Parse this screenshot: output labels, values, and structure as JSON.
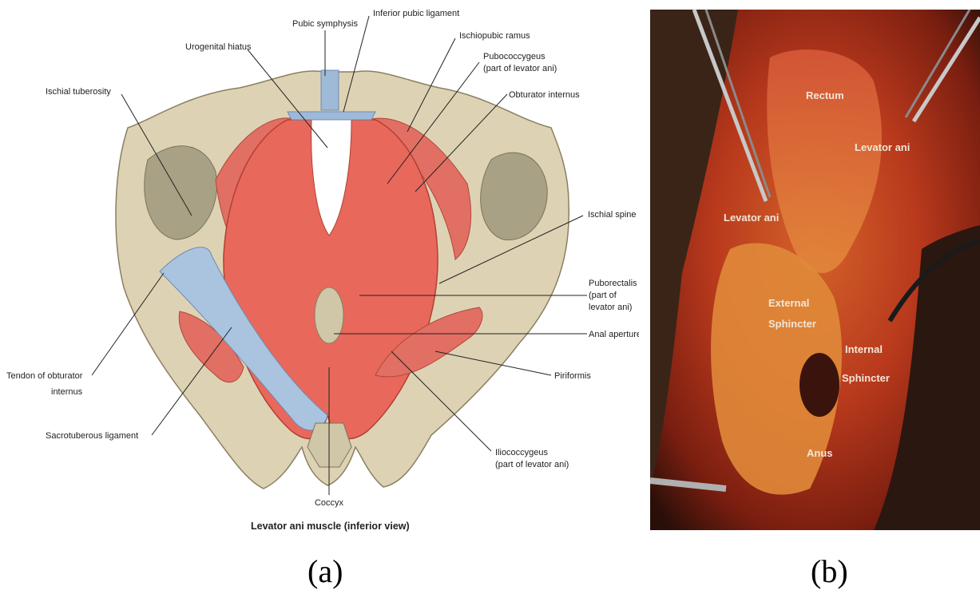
{
  "panel_a": {
    "title": "Levator ani muscle (inferior view)",
    "caption": "(a)",
    "labels": {
      "pubic_symphysis": "Pubic symphysis",
      "inferior_pubic_ligament": "Inferior pubic ligament",
      "urogenital_hiatus": "Urogenital hiatus",
      "ischiopubic_ramus": "Ischiopubic ramus",
      "pubococcygeus_1": "Pubococcygeus",
      "pubococcygeus_2": "(part of levator ani)",
      "ischial_tuberosity": "Ischial tuberosity",
      "obturator_internus": "Obturator internus",
      "ischial_spine": "Ischial spine",
      "puborectalis_1": "Puborectalis",
      "puborectalis_2": "(part of",
      "puborectalis_3": "levator ani)",
      "anal_aperture": "Anal aperture",
      "piriformis": "Piriformis",
      "tendon_1": "Tendon of obturator",
      "tendon_2": "internus",
      "sacrotuberous": "Sacrotuberous ligament",
      "iliococcygeus_1": "Iliococcygeus",
      "iliococcygeus_2": "(part of levator ani)",
      "coccyx": "Coccyx"
    }
  },
  "panel_b": {
    "caption": "(b)",
    "labels": {
      "rectum": "Rectum",
      "levator_ani_right": "Levator ani",
      "levator_ani_left": "Levator ani",
      "external_1": "External",
      "external_2": "Sphincter",
      "internal_1": "Internal",
      "internal_2": "Sphincter",
      "anus": "Anus"
    }
  }
}
